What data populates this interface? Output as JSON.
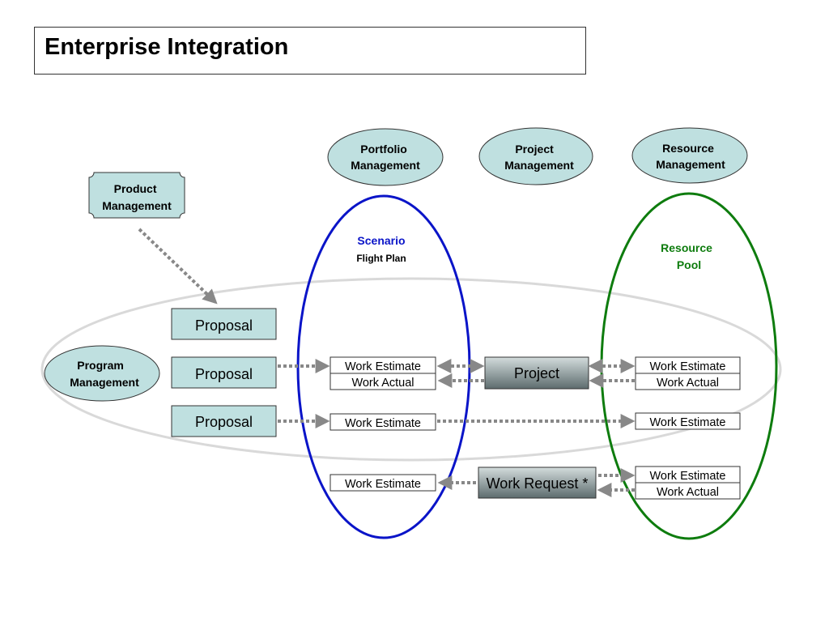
{
  "title": "Enterprise Integration",
  "colors": {
    "ellipse_fill": "#bfe0e0",
    "box_fill": "#bfe0e0",
    "scenario_blue": "#0a14c8",
    "pool_green": "#0e7c0e",
    "connector_gray": "#888888",
    "program_ring_gray": "#d8d8d8",
    "dark_box_top": "#c9d4d4",
    "dark_box_bottom": "#5e6e70"
  },
  "areas": {
    "portfolio": "Portfolio\nManagement",
    "project": "Project\nManagement",
    "resource": "Resource\nManagement",
    "product": "Product\nManagement",
    "program": "Program\nManagement"
  },
  "scenario": {
    "label": "Scenario",
    "sublabel": "Flight Plan"
  },
  "resource_pool": "Resource\nPool",
  "proposals": [
    "Proposal",
    "Proposal",
    "Proposal"
  ],
  "work_estimate": "Work Estimate",
  "work_actual": "Work Actual",
  "project_box": "Project",
  "work_request_box": "Work Request *"
}
